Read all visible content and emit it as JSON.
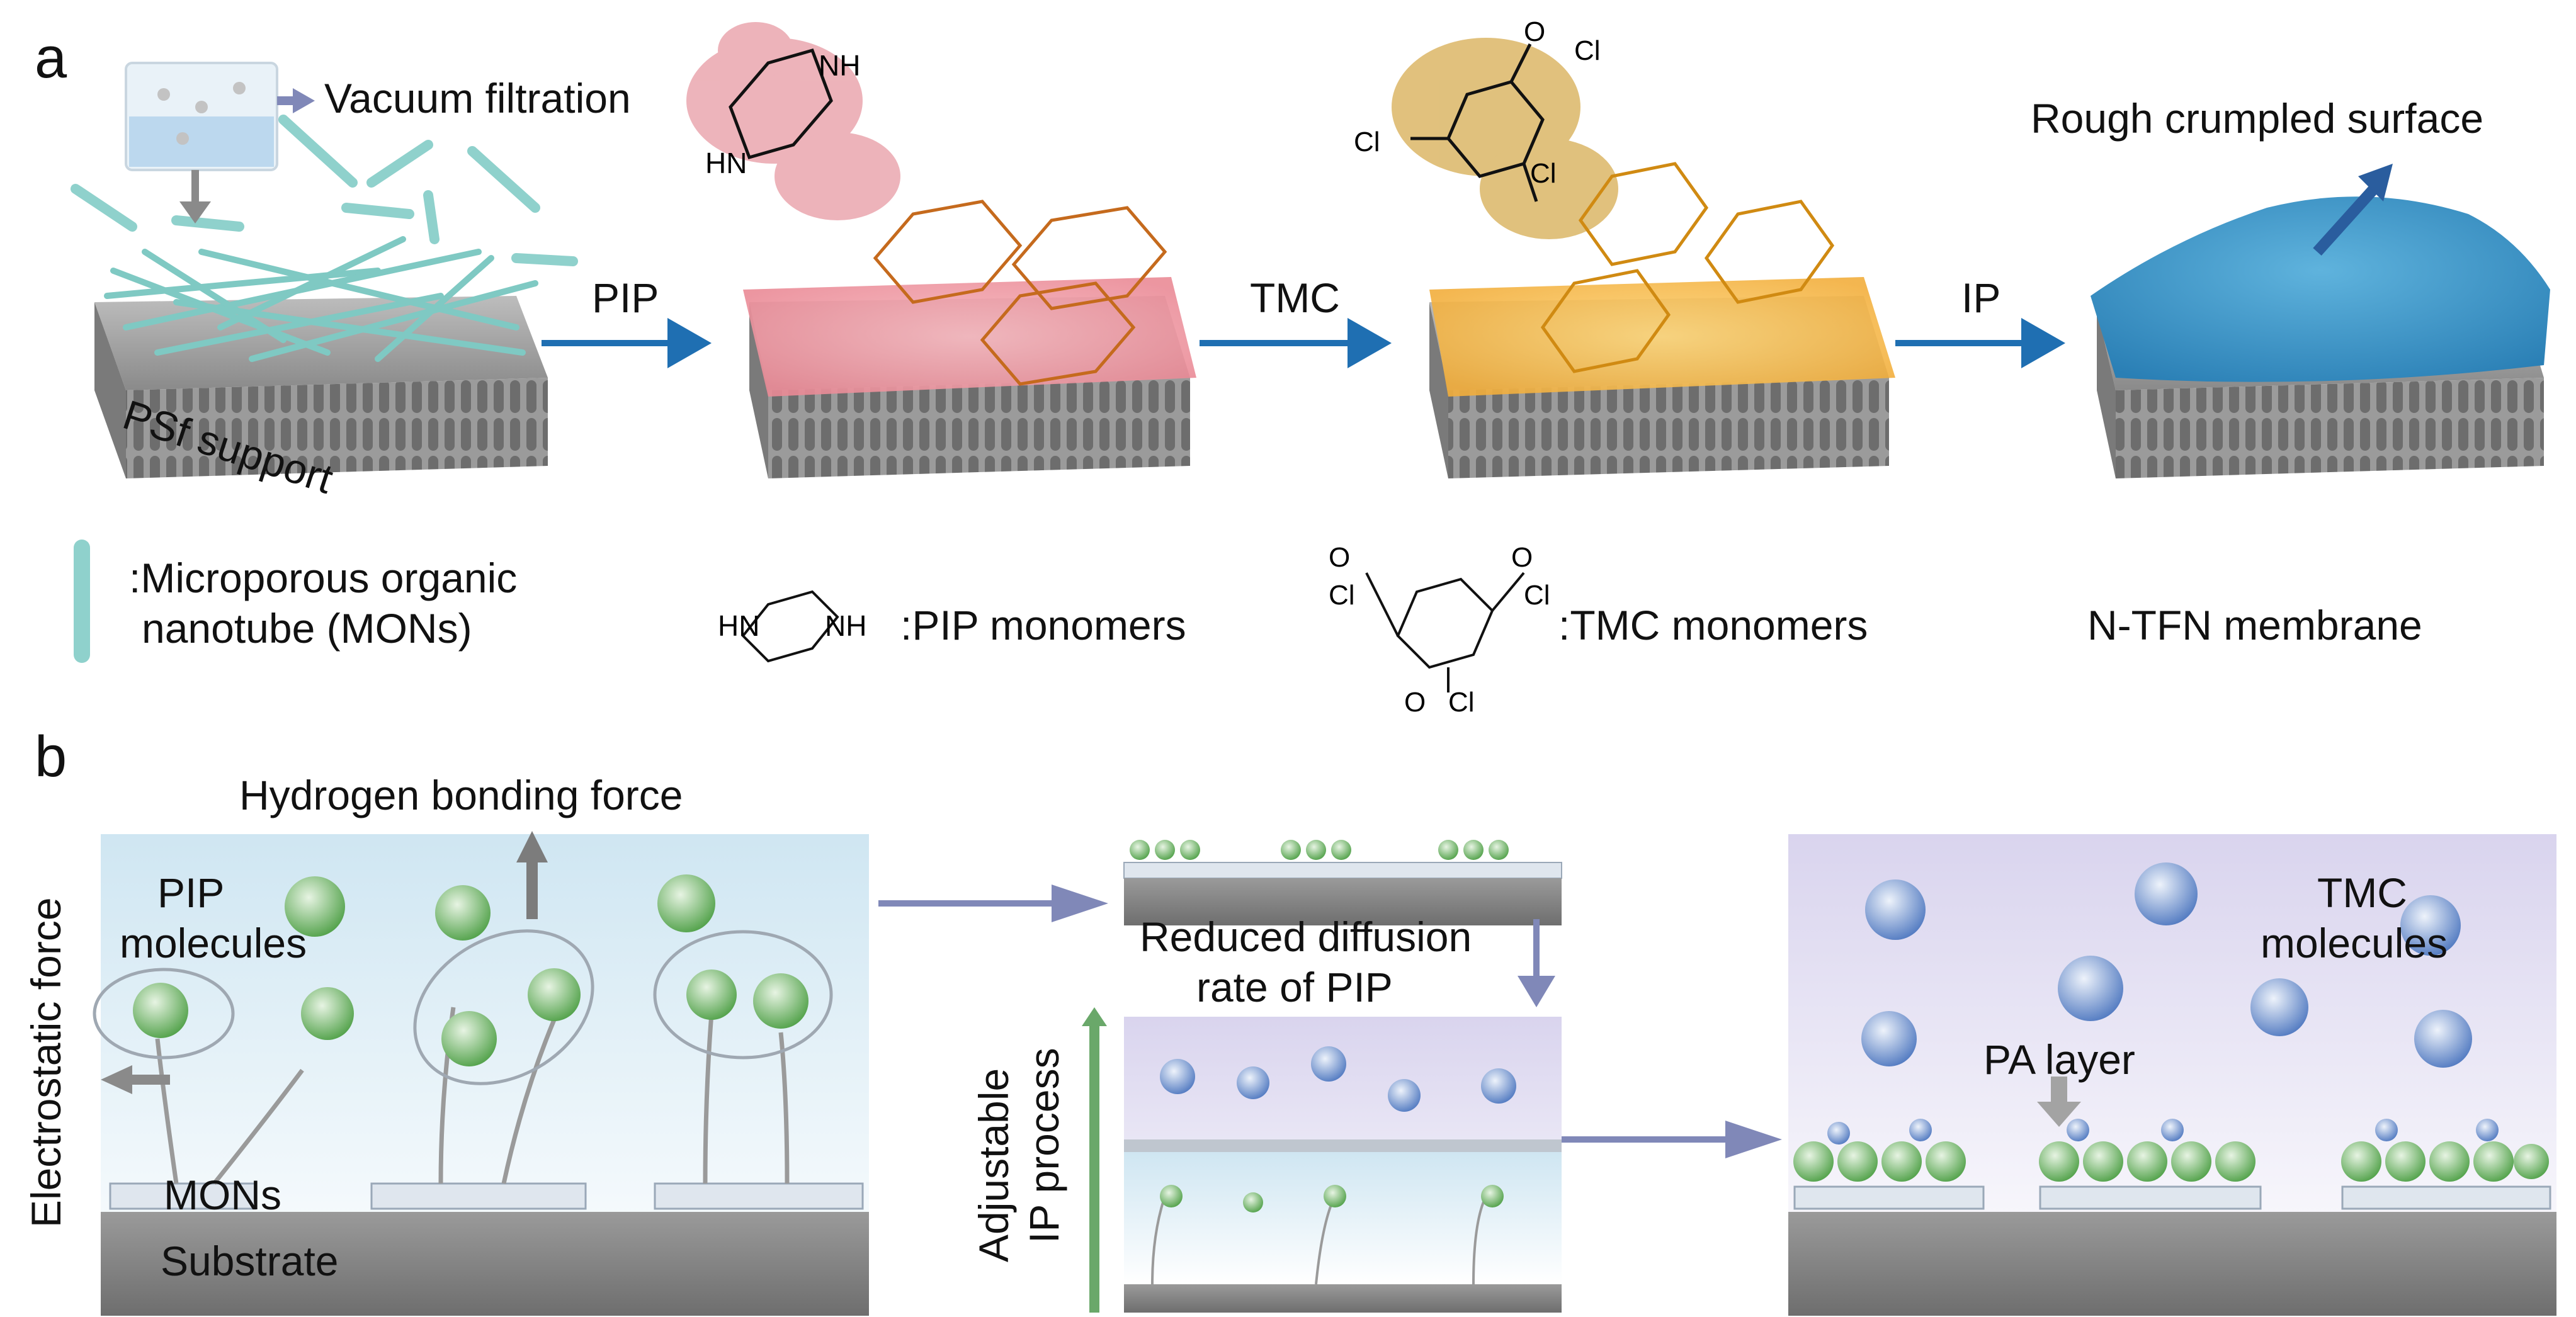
{
  "panel_a": {
    "letter": "a",
    "vacuum_filtration": "Vacuum filtration",
    "psf_support": "PSf support",
    "step_pip": "PIP",
    "step_tmc": "TMC",
    "step_ip": "IP",
    "rough_surface": "Rough crumpled surface",
    "legend_mons_line1": ":Microporous organic",
    "legend_mons_line2": "nanotube (MONs)",
    "legend_pip": ":PIP monomers",
    "legend_tmc": ":TMC monomers",
    "legend_ntfn": "N-TFN membrane",
    "chem_nh": "NH",
    "chem_hn": "HN",
    "chem_cl": "Cl",
    "chem_o": "O"
  },
  "panel_b": {
    "letter": "b",
    "hydrogen_bonding": "Hydrogen bonding force",
    "electrostatic": "Electrostatic force",
    "pip_molecules_line1": "PIP",
    "pip_molecules_line2": "molecules",
    "mons": "MONs",
    "substrate": "Substrate",
    "reduced_line1": "Reduced diffusion",
    "reduced_line2": "rate of PIP",
    "adjustable_line1": "Adjustable",
    "adjustable_line2": "IP process",
    "tmc_molecules_line1": "TMC",
    "tmc_molecules_line2": "molecules",
    "pa_layer": "PA layer"
  },
  "colors": {
    "arrow_blue": "#1f6fb2",
    "arrow_purple": "#8088b8",
    "nanotube": "#8fd1cc",
    "pip_pink": "#f0a3ad",
    "tmc_yellow": "#f5c35a",
    "surface_blue": "#3d97c9",
    "support_gray": "#8c8c8c",
    "pip_green": "#6abb5e",
    "tmc_blue": "#6e93d0",
    "adjust_bar": "#6aa86a"
  }
}
